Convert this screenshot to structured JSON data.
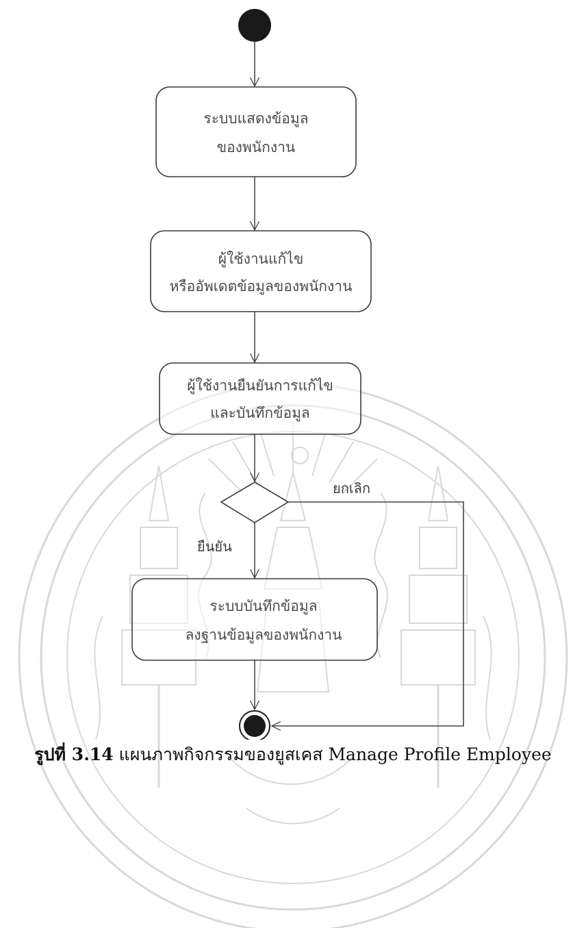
{
  "diagram": {
    "nodes": {
      "show_info": {
        "lines": [
          "ระบบแสดงข้อมูล",
          "ของพนักงาน"
        ]
      },
      "user_edit": {
        "lines": [
          "ผู้ใช้งานแก้ไข",
          "หรืออัพเดตข้อมูลของพนักงาน"
        ]
      },
      "user_confirm": {
        "lines": [
          "ผู้ใช้งานยืนยันการแก้ไข",
          "และบันทึกข้อมูล"
        ]
      },
      "save_db": {
        "lines": [
          "ระบบบันทึกข้อมูล",
          "ลงฐานข้อมูลของพนักงาน"
        ]
      }
    },
    "guards": {
      "cancel": "ยกเลิก",
      "confirm": "ยืนยัน"
    }
  },
  "caption": {
    "label": "รูปที่ 3.14",
    "text": " แผนภาพกิจกรรมของยูสเคส Manage Profile Employee"
  },
  "colors": {
    "watermark": "#c8c8c8",
    "stroke": "#3a3a3a",
    "initial_fill": "#1a1a1a"
  }
}
